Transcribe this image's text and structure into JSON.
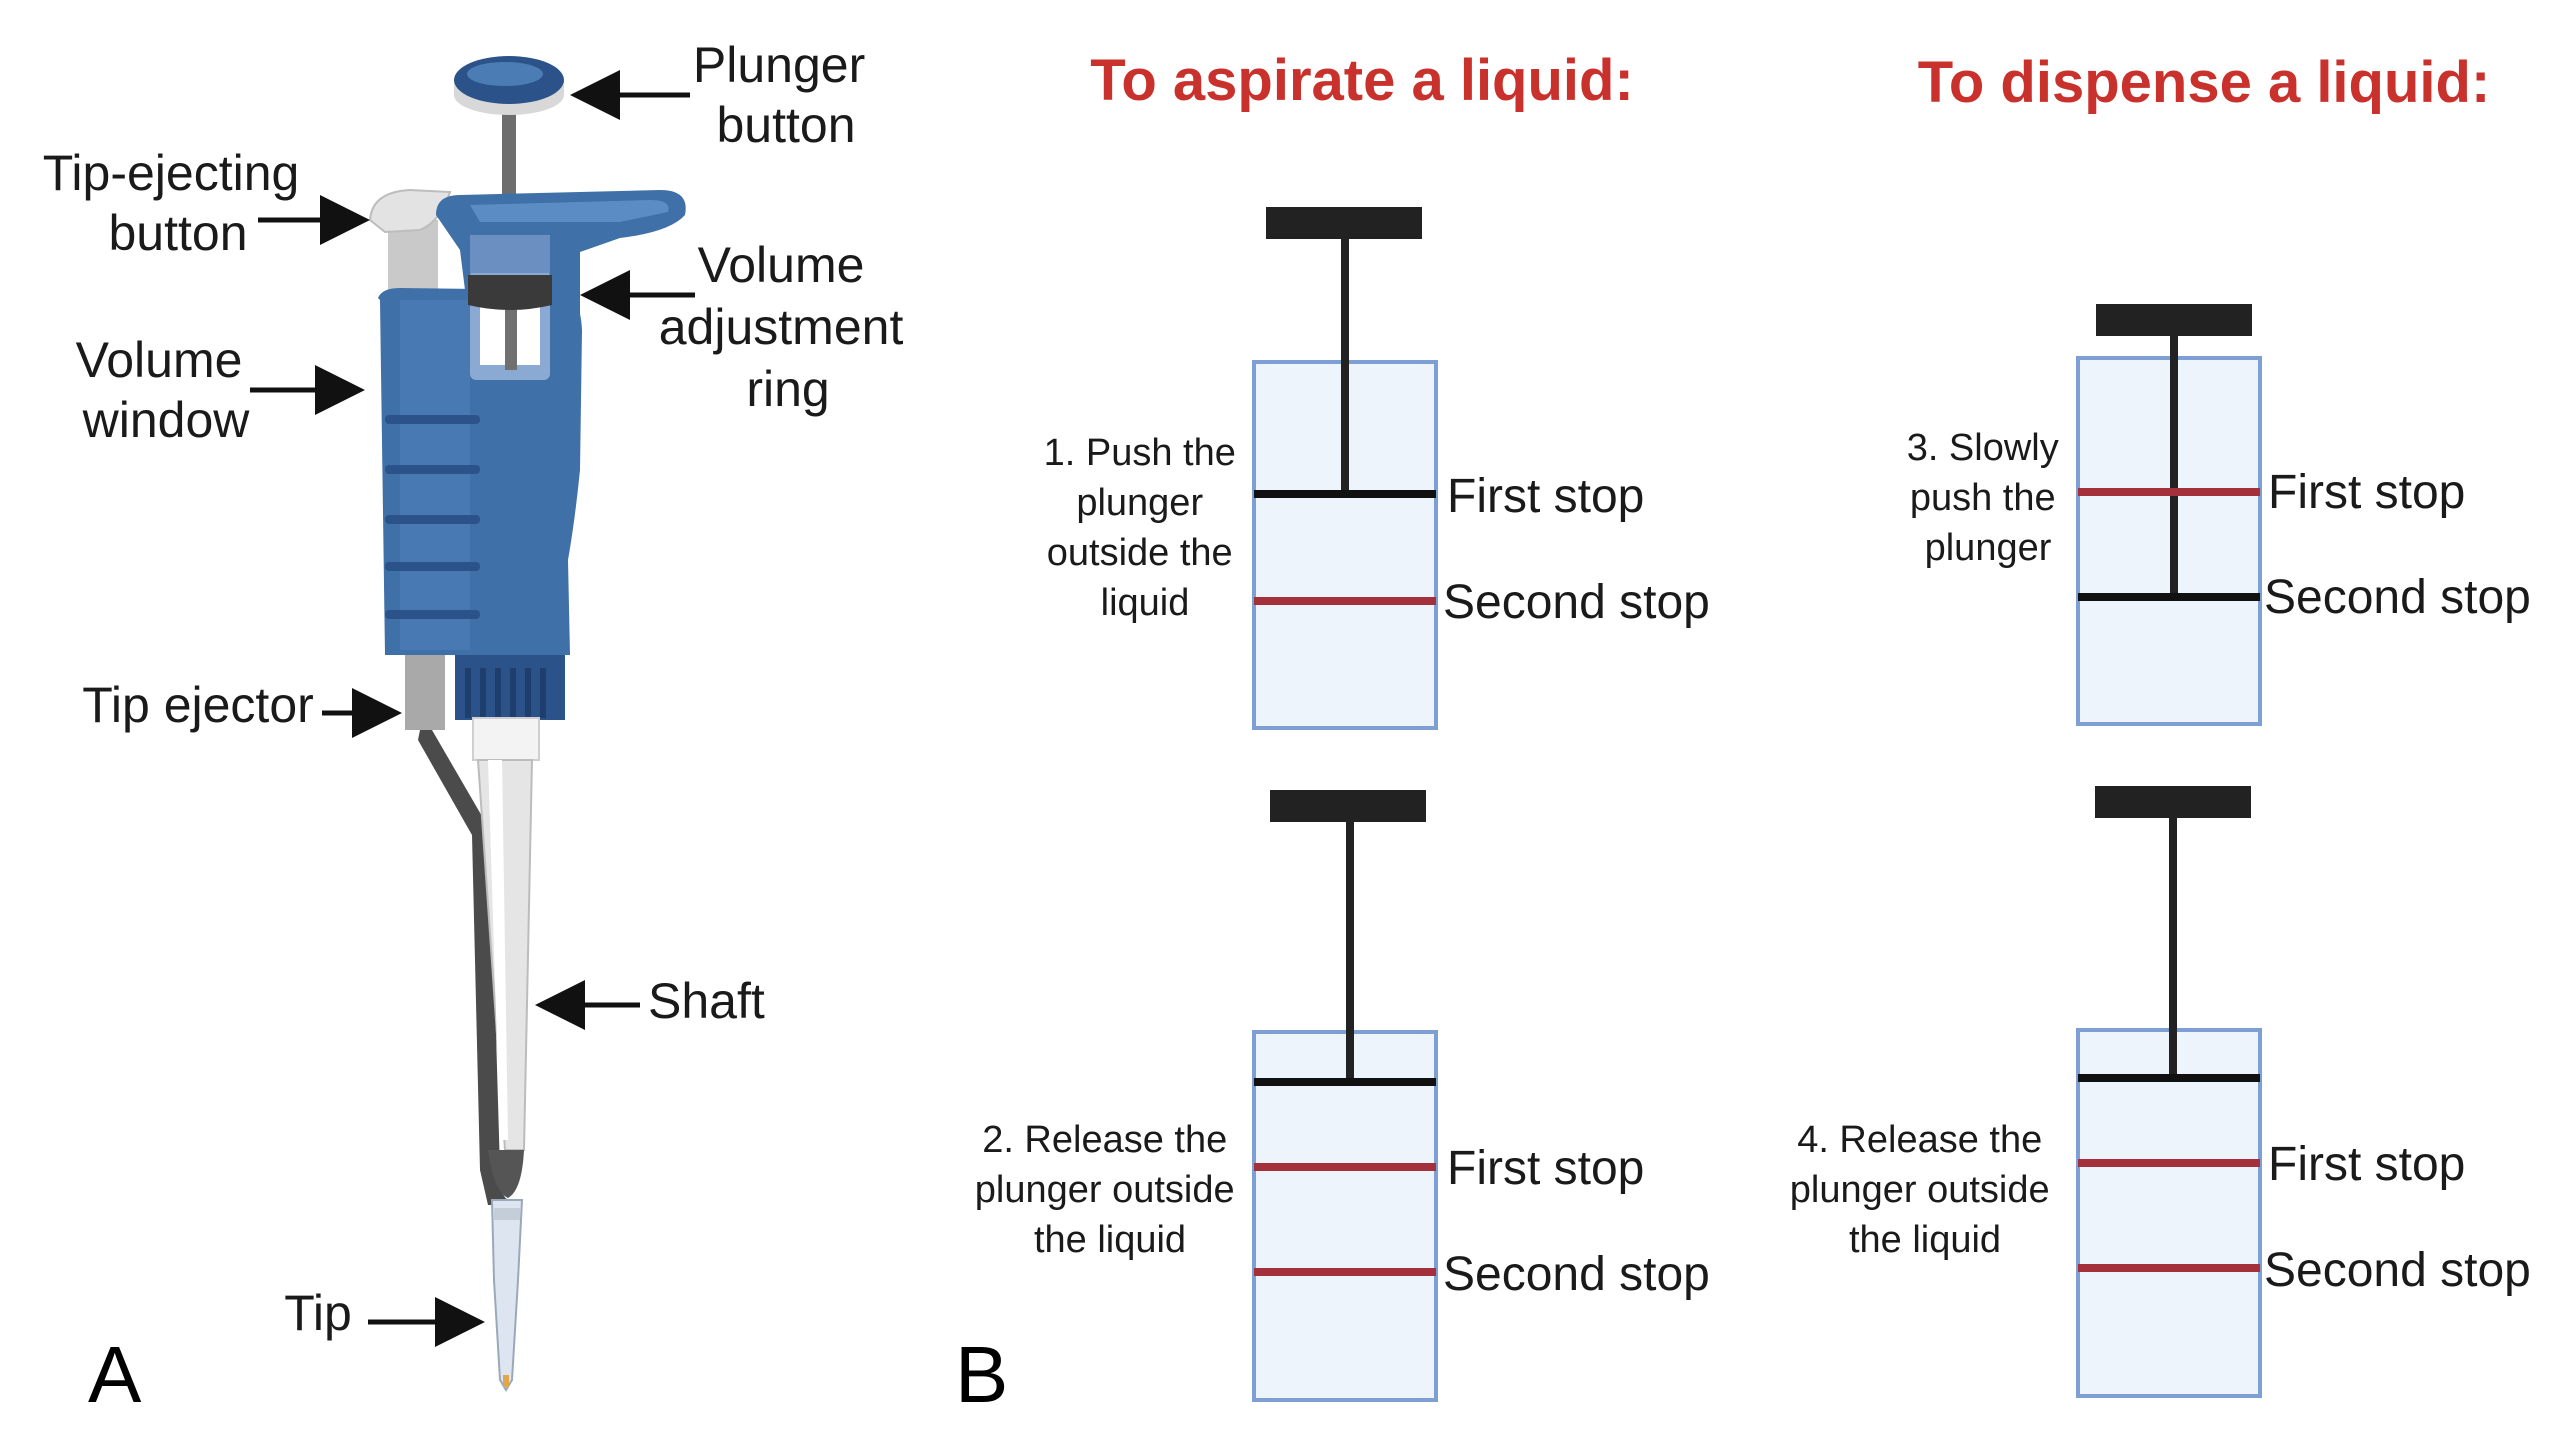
{
  "colors": {
    "heading": "#c8312c",
    "red_stop": "#a3303a",
    "black_stop": "#111111",
    "barrel_fill": "#eef4fc",
    "barrel_stroke": "#7d9fd4",
    "pipette_blue": "#3f70a8",
    "pipette_dark": "#2b5389"
  },
  "panel_a": {
    "letter": "A",
    "labels": {
      "plunger_button": [
        "Plunger",
        "button"
      ],
      "tip_ejecting_button": [
        "Tip-ejecting",
        "button"
      ],
      "volume_adjustment_ring": [
        "Volume",
        "adjustment",
        "ring"
      ],
      "volume_window": [
        "Volume",
        "window"
      ],
      "tip_ejector": "Tip ejector",
      "shaft": "Shaft",
      "tip": "Tip"
    }
  },
  "panel_b": {
    "letter": "B",
    "aspirate_heading": "To aspirate a liquid:",
    "dispense_heading": "To dispense a liquid:",
    "steps": [
      {
        "lines": [
          "1.  Push the",
          "plunger",
          "outside the",
          "liquid"
        ],
        "first": "First stop",
        "second": "Second stop",
        "plunger_at": "first"
      },
      {
        "lines": [
          "2. Release the",
          "plunger outside",
          "the liquid"
        ],
        "first": "First stop",
        "second": "Second stop",
        "plunger_at": "top"
      },
      {
        "lines": [
          "3. Slowly",
          "push the",
          "plunger"
        ],
        "first": "First stop",
        "second": "Second stop",
        "plunger_at": "second"
      },
      {
        "lines": [
          "4. Release the",
          "plunger outside",
          "the liquid"
        ],
        "first": "First stop",
        "second": "Second stop",
        "plunger_at": "top"
      }
    ]
  }
}
